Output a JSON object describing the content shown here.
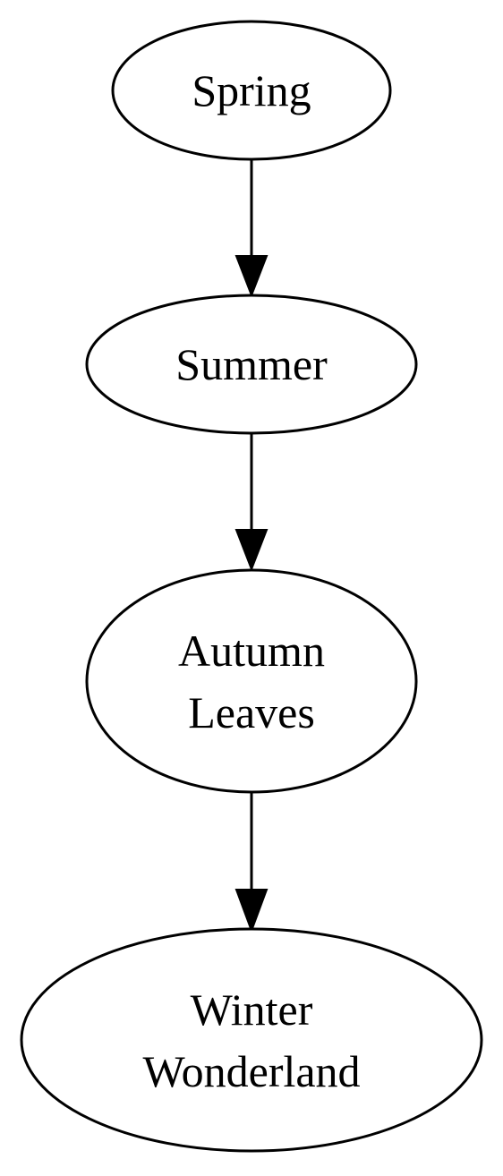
{
  "diagram": {
    "type": "directed-graph",
    "nodes": [
      {
        "id": "spring",
        "label_lines": [
          "Spring"
        ]
      },
      {
        "id": "summer",
        "label_lines": [
          "Summer"
        ]
      },
      {
        "id": "autumn",
        "label_lines": [
          "Autumn",
          "Leaves"
        ]
      },
      {
        "id": "winter",
        "label_lines": [
          "Winter",
          "Wonderland"
        ]
      }
    ],
    "edges": [
      {
        "from": "spring",
        "to": "summer"
      },
      {
        "from": "summer",
        "to": "autumn"
      },
      {
        "from": "autumn",
        "to": "winter"
      }
    ]
  }
}
